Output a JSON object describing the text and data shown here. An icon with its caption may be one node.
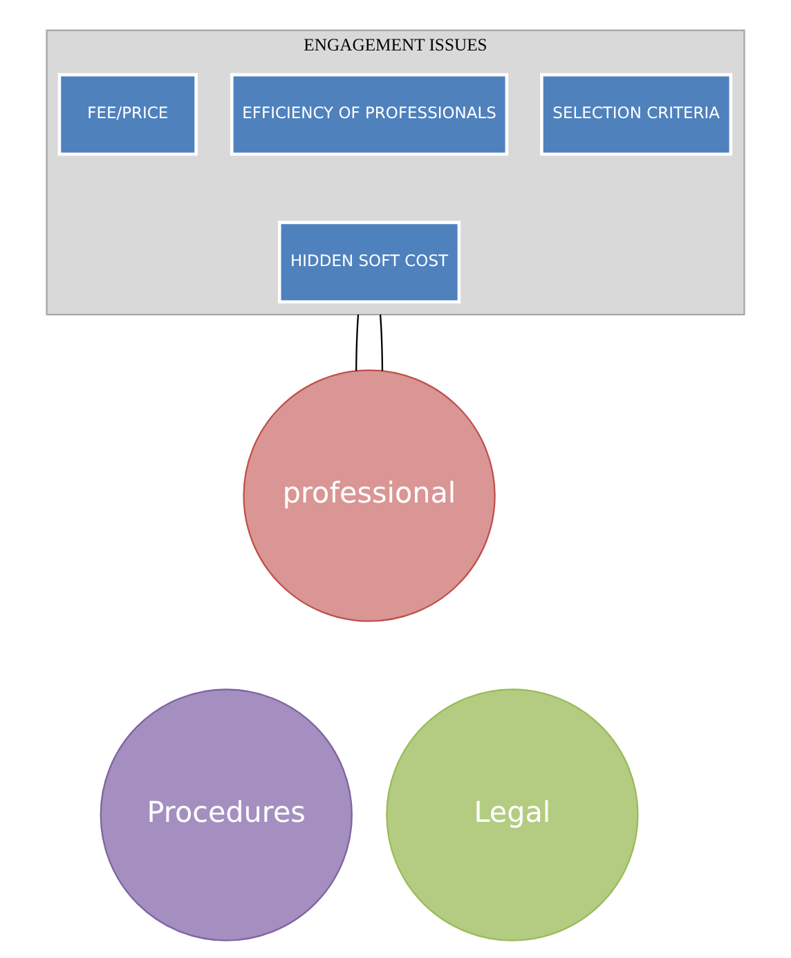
{
  "diagram": {
    "nodes": [
      {
        "text": [
          "ENGAGEMENT ISSUES"
        ]
      },
      {
        "text": [
          "SELECTION CRITERIA"
        ],
        "in": 0
      },
      {
        "text": [
          "EFFICIENCY OF PROFESSIONALS"
        ],
        "in": 0
      },
      {
        "text": [
          "FEE/PRICE"
        ],
        "in": 0
      },
      {
        "text": [
          "HIDDEN SOFT COST"
        ],
        "in": 0
      },
      {
        "text": [
          "professional"
        ]
      },
      {
        "text": [
          "Procedures"
        ]
      },
      {
        "text": [
          "Legal"
        ]
      }
    ],
    "edges": [
      {
        "from": 0,
        "to": 5,
        "arrow": "none"
      },
      {
        "from": 0,
        "to": 5,
        "arrow": "none"
      }
    ]
  }
}
